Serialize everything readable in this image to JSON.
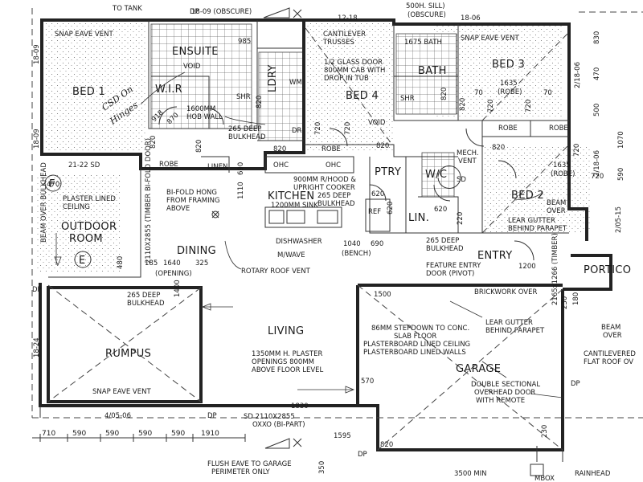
{
  "rooms": {
    "bed1": "BED 1",
    "ensuite": "ENSUITE",
    "wir": "W.I.R",
    "ldry": "LDRY",
    "bed4": "BED 4",
    "bath": "BATH",
    "bed3": "BED 3",
    "bed2": "BED 2",
    "kitchen": "KITCHEN",
    "ptry": "PTRY",
    "wc": "W/C",
    "lin": "LIN.",
    "dining": "DINING",
    "outdoor_line1": "OUTDOOR",
    "outdoor_line2": "ROOM",
    "entry": "ENTRY",
    "portico": "PORTICO",
    "living": "LIVING",
    "rumpus": "RUMPUS",
    "garage": "GARAGE"
  },
  "markers": {
    "f": "F",
    "e": "E"
  },
  "notes": {
    "to_tank": "TO TANK",
    "obscure_top": "18-09 (OBSCURE)",
    "sill": "500H. SILL)",
    "obscure_right": "(OBSCURE)",
    "code_1218": "12-18",
    "code_1806": "18-06",
    "snap_eave_1": "SNAP EAVE VENT",
    "cantilever_1": "CANTILEVER",
    "cantilever_2": "TRUSSES",
    "bath_1675": "1675 BATH",
    "snap_eave_2": "SNAP EAVE VENT",
    "glass_door_1": "1/2 GLASS DOOR",
    "glass_door_2": "800MM CAB WITH",
    "glass_door_3": "DROP IN TUB",
    "d985": "985",
    "void_1": "VOID",
    "shr_1": "SHR",
    "shr_2": "SHR",
    "wm": "WM",
    "d1635_robe_top": "1635",
    "robe_label_top": "(ROBE)",
    "hob_1": "1600MM",
    "hob_2": "HOB WALL",
    "bulk_265_1": "265 DEEP",
    "bulk_265_2": "BULKHEAD",
    "dr": "DR",
    "void_2": "VOID",
    "robe_a": "ROBE",
    "robe_b": "ROBE",
    "robe_c": "ROBE",
    "robe_d": "ROBE",
    "linen": "LINEN",
    "mech_vent_1": "MECH.",
    "mech_vent_2": "VENT",
    "sd": "SD",
    "ohc_1": "OHC",
    "ohc_2": "OHC",
    "hood_1": "900MM R/HOOD &",
    "hood_2": "UPRIGHT COOKER",
    "bulk_kit_1": "265 DEEP",
    "bulk_kit_2": "BULKHEAD",
    "sink": "1200MM SINK",
    "d1635_robe_b2": "1635",
    "robe_label_b2": "(ROBE)",
    "beam_over_1": "BEAM",
    "beam_over_2": "OVER",
    "lear_gutter_1": "LEAR GUTTER",
    "lear_gutter_2": "BEHIND PARAPET",
    "code_2122": "21-22 SD",
    "plaster_1": "PLASTER LINED",
    "plaster_2": "CEILING",
    "bifold_1": "BI-FOLD HONG",
    "bifold_2": "FROM FRAMING",
    "bifold_3": "ABOVE",
    "bifold_door": "2110X2855 (TIMBER BI-FOLD DOOR)",
    "beam_bulk": "BEAM OVER BULKHEAD",
    "d1110": "1110",
    "d690a": "690",
    "ref": "REF",
    "dishwasher": "DISHWASHER",
    "mwave": "M/WAVE",
    "d1040": "1040",
    "d690b": "690",
    "bench": "(BENCH)",
    "bulk_entry_1": "265 DEEP",
    "bulk_entry_2": "BULKHEAD",
    "d185": "185",
    "d1640": "1640",
    "d325": "325",
    "opening": "(OPENING)",
    "rotary": "ROTARY ROOF VENT",
    "feature_door_1": "FEATURE ENTRY",
    "feature_door_2": "DOOR (PIVOT)",
    "d1200": "1200",
    "timber_post": "2165x1266 (TIMBER)",
    "bulk_rumpus_1": "265 DEEP",
    "bulk_rumpus_2": "BULKHEAD",
    "d1500": "1500",
    "brickwork": "BRICKWORK OVER",
    "stepdown_1": "86MM STEPDOWN TO CONC.",
    "stepdown_2": "SLAB FLOOR",
    "stepdown_3": "PLASTERBOARD LINED CEILING",
    "stepdown_4": "PLASTERBOARD LINED WALLS",
    "lear_garage_1": "LEAR GUTTER",
    "lear_garage_2": "BEHIND PARAPET",
    "beam_portico_1": "BEAM",
    "beam_portico_2": "OVER",
    "cantilevered_1": "CANTILEVERED",
    "cantilevered_2": "FLAT ROOF OV",
    "openings_1": "1350MM H. PLASTER",
    "openings_2": "OPENINGS 800MM",
    "openings_3": "ABOVE FLOOR LEVEL",
    "d570": "570",
    "garage_door_1": "DOUBLE SECTIONAL",
    "garage_door_2": "OVERHEAD DOOR",
    "garage_door_3": "WITH REMOTE",
    "snap_eave_3": "SNAP EAVE VENT",
    "code_40506": "4/05-06",
    "sd_door": "SD 2110X2855",
    "oxxo": "OXXO (BI-PART)",
    "d1830": "1830",
    "flush_1": "FLUSH EAVE TO GARAGE",
    "flush_2": "PERIMETER ONLY",
    "d350": "350",
    "d820_bottom": "820",
    "d230": "230",
    "dp_1": "DP",
    "dp_2": "DP",
    "dp_3": "DP",
    "dp_4": "DP",
    "dp_5": "DP",
    "mbox": "MBOX",
    "rainhead": "RAINHEAD",
    "min_3500": "3500 MIN",
    "d1595": "1595",
    "code_1809": "18-09",
    "code_1809b": "18-09",
    "code_1824": "18-24",
    "code_21806": "2/18-06",
    "code_21806b": "2/18-06",
    "code_20515": "2/05-15",
    "d830": "830",
    "d470": "470",
    "d500": "500",
    "d590": "590",
    "d1070": "1070",
    "d480": "480",
    "d720a": "720",
    "d720b": "720",
    "d720c": "720",
    "d720d": "720",
    "d720e": "720",
    "d720f": "720",
    "d70a": "70",
    "d70b": "70",
    "d820a": "820",
    "d820b": "820",
    "d820c": "820",
    "d820d": "820",
    "d820e": "820",
    "d820f": "820",
    "d820g": "820",
    "d820h": "820",
    "d620a": "620",
    "d620b": "620",
    "d620c": "620",
    "d918": "918",
    "d870": "870",
    "d220": "220",
    "d1400": "1400",
    "d180": "180",
    "d230b": "230",
    "d470b": "470"
  },
  "bottom_dims": [
    "710",
    "590",
    "590",
    "590",
    "590",
    "1910"
  ],
  "handwriting": {
    "line1": "CSD On",
    "line2": "Hinges"
  }
}
